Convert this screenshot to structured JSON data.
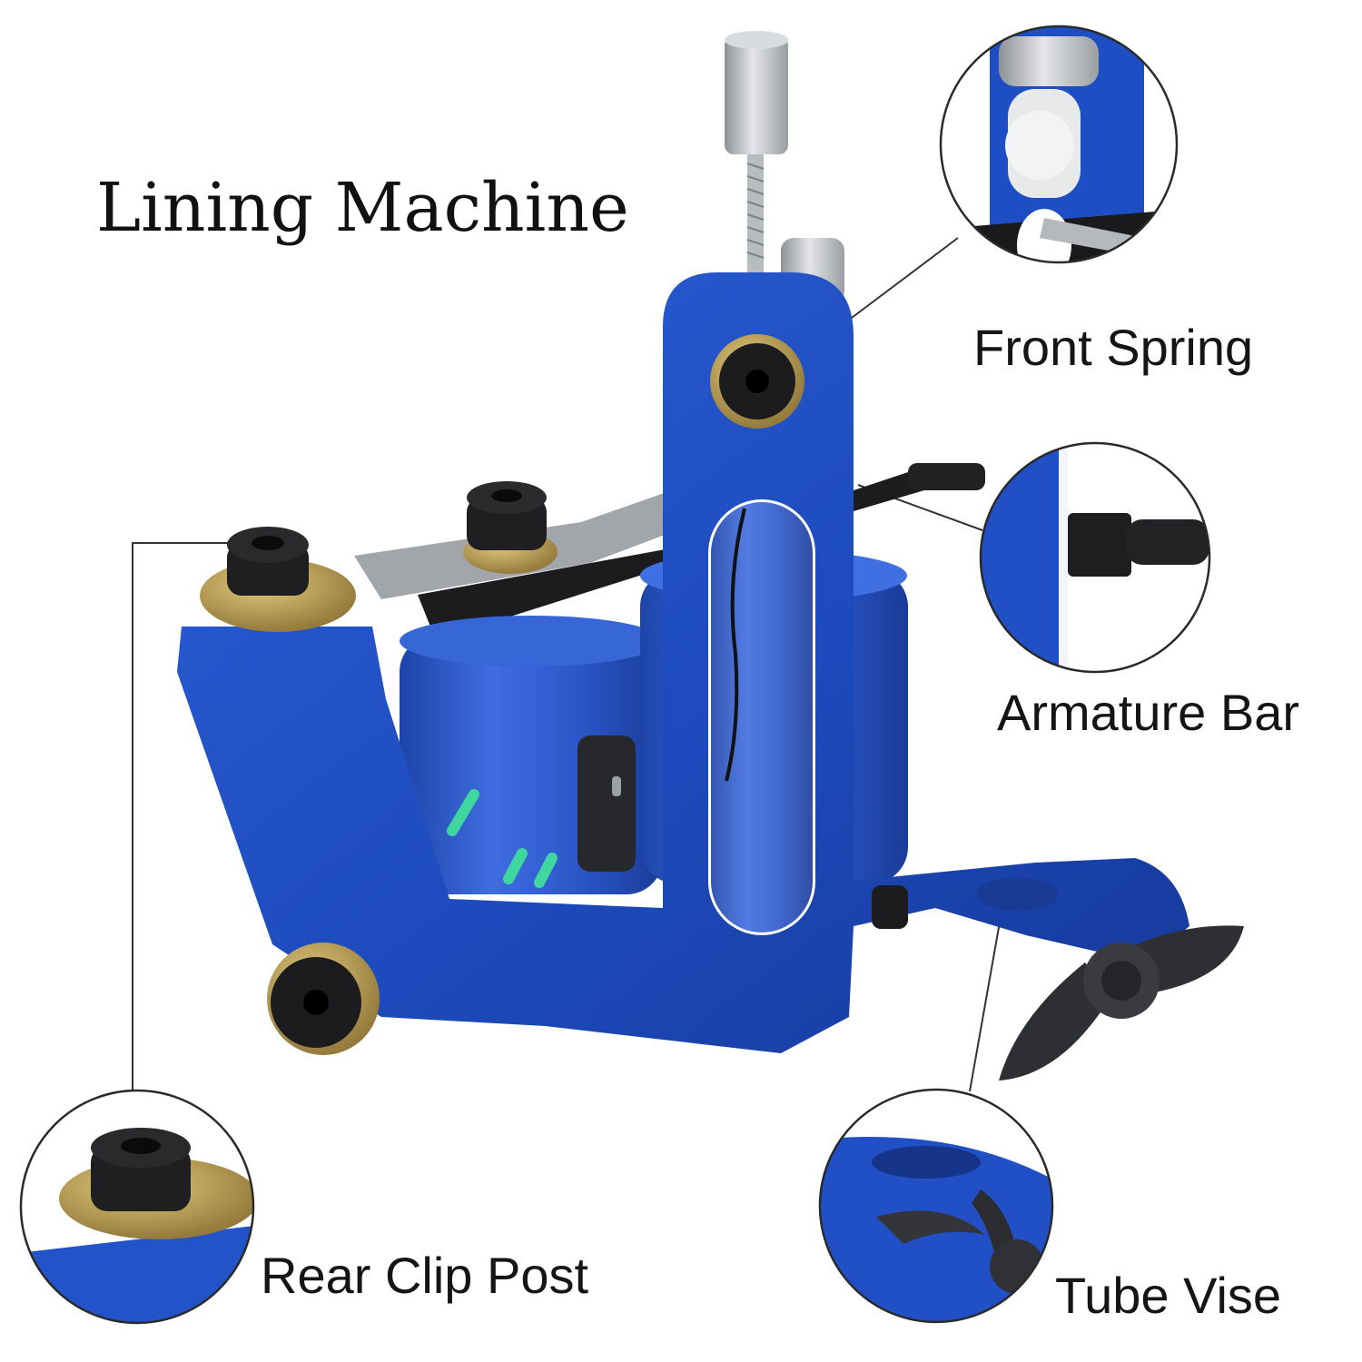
{
  "title": "Lining Machine",
  "labels": {
    "front_spring": "Front Spring",
    "armature_bar": "Armature Bar",
    "rear_clip_post": "Rear Clip Post",
    "tube_vise": "Tube Vise"
  },
  "colors": {
    "frame_blue": "#1f4fc2",
    "frame_blue_dark": "#163a94",
    "coil_blue": "#2b56c9",
    "coil_mark_green": "#3fd6a0",
    "steel": "#a8acb0",
    "black_part": "#1c1c1e",
    "brass": "#b89b52",
    "leader_line": "#333333",
    "text": "#151515"
  }
}
